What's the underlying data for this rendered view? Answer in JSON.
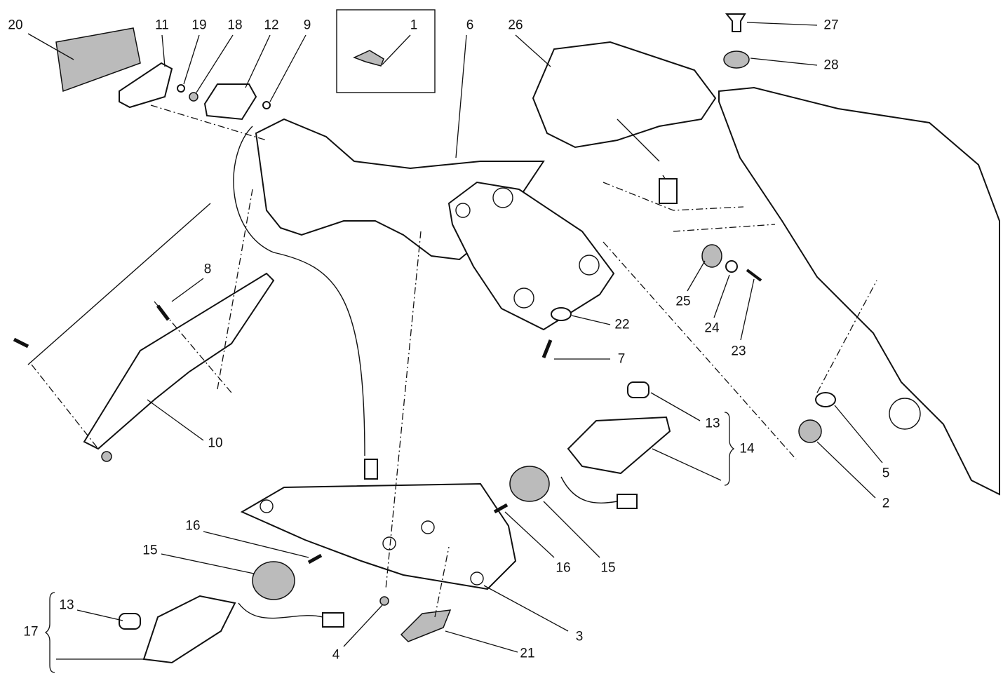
{
  "diagram": {
    "title": "Rear lighting / license plate holder exploded view",
    "callouts": [
      "20",
      "11",
      "19",
      "18",
      "12",
      "9",
      "1",
      "6",
      "26",
      "27",
      "28",
      "8",
      "22",
      "25",
      "24",
      "23",
      "7",
      "10",
      "13",
      "14",
      "5",
      "2",
      "16",
      "15",
      "16",
      "15",
      "13",
      "17",
      "3",
      "4",
      "21"
    ]
  }
}
